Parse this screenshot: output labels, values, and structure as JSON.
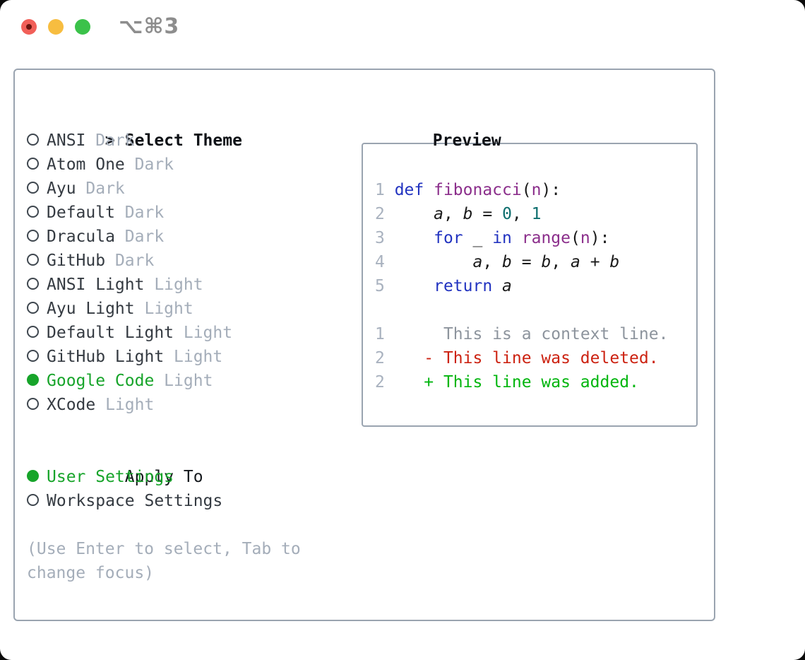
{
  "titlebar": {
    "title": "⌥⌘3"
  },
  "theme_list": {
    "header_marker": ">",
    "header": "Select Theme",
    "items": [
      {
        "name": "ANSI",
        "variant": "Dark",
        "selected": false
      },
      {
        "name": "Atom One",
        "variant": "Dark",
        "selected": false
      },
      {
        "name": "Ayu",
        "variant": "Dark",
        "selected": false
      },
      {
        "name": "Default",
        "variant": "Dark",
        "selected": false
      },
      {
        "name": "Dracula",
        "variant": "Dark",
        "selected": false
      },
      {
        "name": "GitHub",
        "variant": "Dark",
        "selected": false
      },
      {
        "name": "ANSI Light",
        "variant": "Light",
        "selected": false
      },
      {
        "name": "Ayu Light",
        "variant": "Light",
        "selected": false
      },
      {
        "name": "Default Light",
        "variant": "Light",
        "selected": false
      },
      {
        "name": "GitHub Light",
        "variant": "Light",
        "selected": false
      },
      {
        "name": "Google Code",
        "variant": "Light",
        "selected": true
      },
      {
        "name": "XCode",
        "variant": "Light",
        "selected": false
      }
    ]
  },
  "apply_to": {
    "header": "Apply To",
    "options": [
      {
        "label": "User Settings",
        "selected": true
      },
      {
        "label": "Workspace Settings",
        "selected": false
      }
    ]
  },
  "hint": {
    "lines": [
      "(Use Enter to select, Tab to",
      "change focus)"
    ]
  },
  "preview": {
    "header": "Preview",
    "code_lines": [
      [
        {
          "t": "1 ",
          "c": "n"
        },
        {
          "t": "def ",
          "c": "k"
        },
        {
          "t": "fibonacci",
          "c": "f"
        },
        {
          "t": "(",
          "c": "p"
        },
        {
          "t": "n",
          "c": "f"
        },
        {
          "t": "):",
          "c": "p"
        }
      ],
      [
        {
          "t": "2 ",
          "c": "n"
        },
        {
          "t": "    ",
          "c": "p"
        },
        {
          "t": "a",
          "c": "v"
        },
        {
          "t": ", ",
          "c": "p"
        },
        {
          "t": "b",
          "c": "v"
        },
        {
          "t": " = ",
          "c": "p"
        },
        {
          "t": "0",
          "c": "l"
        },
        {
          "t": ", ",
          "c": "p"
        },
        {
          "t": "1",
          "c": "l"
        }
      ],
      [
        {
          "t": "3 ",
          "c": "n"
        },
        {
          "t": "    ",
          "c": "p"
        },
        {
          "t": "for",
          "c": "k"
        },
        {
          "t": " _ ",
          "c": "p"
        },
        {
          "t": "in",
          "c": "k"
        },
        {
          "t": " ",
          "c": "p"
        },
        {
          "t": "range",
          "c": "f"
        },
        {
          "t": "(",
          "c": "p"
        },
        {
          "t": "n",
          "c": "f"
        },
        {
          "t": "):",
          "c": "p"
        }
      ],
      [
        {
          "t": "4 ",
          "c": "n"
        },
        {
          "t": "        ",
          "c": "p"
        },
        {
          "t": "a",
          "c": "v"
        },
        {
          "t": ", ",
          "c": "p"
        },
        {
          "t": "b",
          "c": "v"
        },
        {
          "t": " = ",
          "c": "p"
        },
        {
          "t": "b",
          "c": "v"
        },
        {
          "t": ", ",
          "c": "p"
        },
        {
          "t": "a",
          "c": "v"
        },
        {
          "t": " + ",
          "c": "p"
        },
        {
          "t": "b",
          "c": "v"
        }
      ],
      [
        {
          "t": "5 ",
          "c": "n"
        },
        {
          "t": "    ",
          "c": "p"
        },
        {
          "t": "return",
          "c": "k"
        },
        {
          "t": " ",
          "c": "p"
        },
        {
          "t": "a",
          "c": "v"
        }
      ]
    ],
    "diff_lines": [
      [
        {
          "t": "1",
          "c": "n"
        },
        {
          "t": "      ",
          "c": "p"
        },
        {
          "t": "This is a context line.",
          "c": "ctx"
        }
      ],
      [
        {
          "t": "2",
          "c": "n"
        },
        {
          "t": "    ",
          "c": "p"
        },
        {
          "t": "- This line was deleted.",
          "c": "del"
        }
      ],
      [
        {
          "t": "2",
          "c": "n"
        },
        {
          "t": "    ",
          "c": "p"
        },
        {
          "t": "+ This line was added.",
          "c": "add"
        }
      ]
    ]
  },
  "colors": {
    "panel_border": "#9aa4b0",
    "selected_green": "#17a42a",
    "muted_gray": "#a4adb9",
    "keyword_blue": "#2233c0",
    "function_purple": "#8b2e8b",
    "literal_teal": "#0e6e6e",
    "line_number_gray": "#a9b2bf",
    "diff_context_gray": "#8d949d",
    "diff_deleted_red": "#cc2211",
    "diff_added_green": "#00b50d",
    "traffic_red": "#f15f58",
    "traffic_yellow": "#f7bd40",
    "traffic_green": "#3bc24a",
    "title_gray": "#8d8d8d"
  }
}
